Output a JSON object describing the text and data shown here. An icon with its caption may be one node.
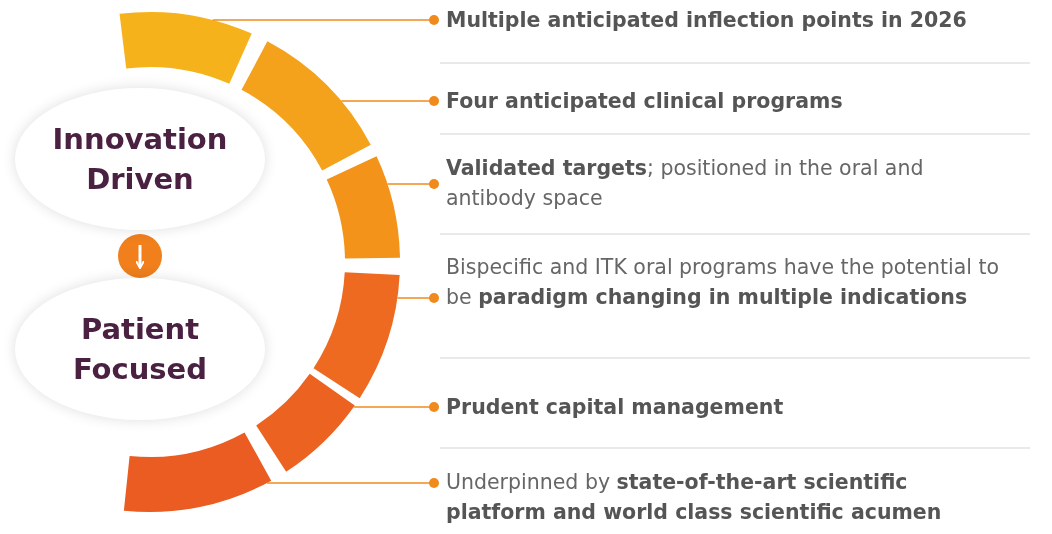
{
  "diagram": {
    "nodes": [
      {
        "text": [
          "Innovation Driven"
        ]
      },
      {
        "text": [
          "Patient Focused"
        ]
      },
      {
        "text": [],
        "shape": "arc"
      },
      {
        "text": [],
        "shape": "arc"
      },
      {
        "text": [],
        "shape": "arc"
      },
      {
        "text": [],
        "shape": "arc"
      },
      {
        "text": [],
        "shape": "arc"
      },
      {
        "text": [],
        "shape": "arc"
      },
      {
        "text": [
          "Multiple anticipated inflection points in 2026"
        ]
      },
      {
        "text": [
          "Four anticipated clinical programs"
        ]
      },
      {
        "text": [
          "**Validated targets**; positioned in the oral and antibody space"
        ]
      },
      {
        "text": [
          "Bispecific and ITK oral programs have the potential to be **paradigm changing in multiple indications**"
        ]
      },
      {
        "text": [
          "Prudent capital management"
        ]
      },
      {
        "text": [
          "Underpinned by **state-of-the-art scientific platform and world class scientific acumen**"
        ]
      }
    ],
    "edges": [
      {
        "from": 0,
        "to": 1,
        "arrow": "to",
        "color": "#ffffff"
      },
      {
        "from": 8,
        "to": 2,
        "arrow": "other"
      },
      {
        "from": 9,
        "to": 3,
        "arrow": "other"
      },
      {
        "from": 10,
        "to": 4,
        "arrow": "other"
      },
      {
        "from": 11,
        "to": 5,
        "arrow": "other"
      },
      {
        "from": 12,
        "to": 6,
        "arrow": "other"
      },
      {
        "from": 13,
        "to": 7,
        "arrow": "other"
      }
    ]
  }
}
